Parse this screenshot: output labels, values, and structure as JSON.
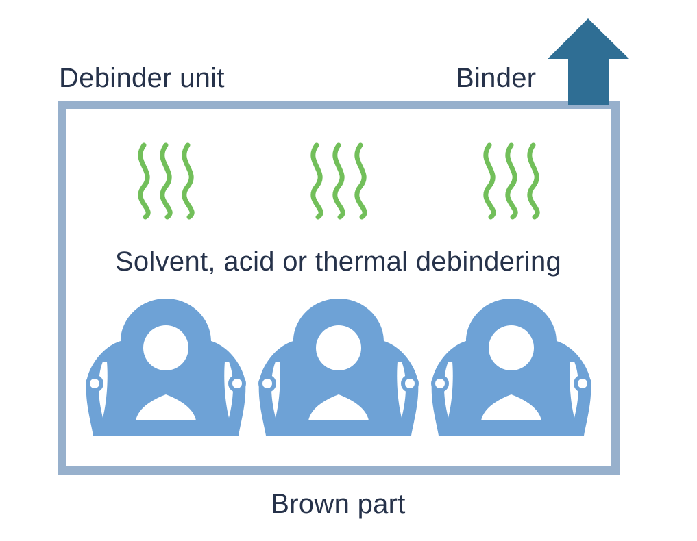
{
  "diagram": {
    "unit_label": "Debinder unit",
    "binder_label": "Binder",
    "process_label": "Solvent, acid or thermal debindering",
    "part_label": "Brown part"
  },
  "colors": {
    "frame": "#97b0cc",
    "arrow": "#2f6e94",
    "vapor": "#72bf5a",
    "part": "#6ea2d6",
    "text": "#26324a"
  },
  "icons": {
    "vapor": "vapor-waves-icon",
    "part": "brown-part-icon",
    "arrow": "up-arrow-icon"
  }
}
